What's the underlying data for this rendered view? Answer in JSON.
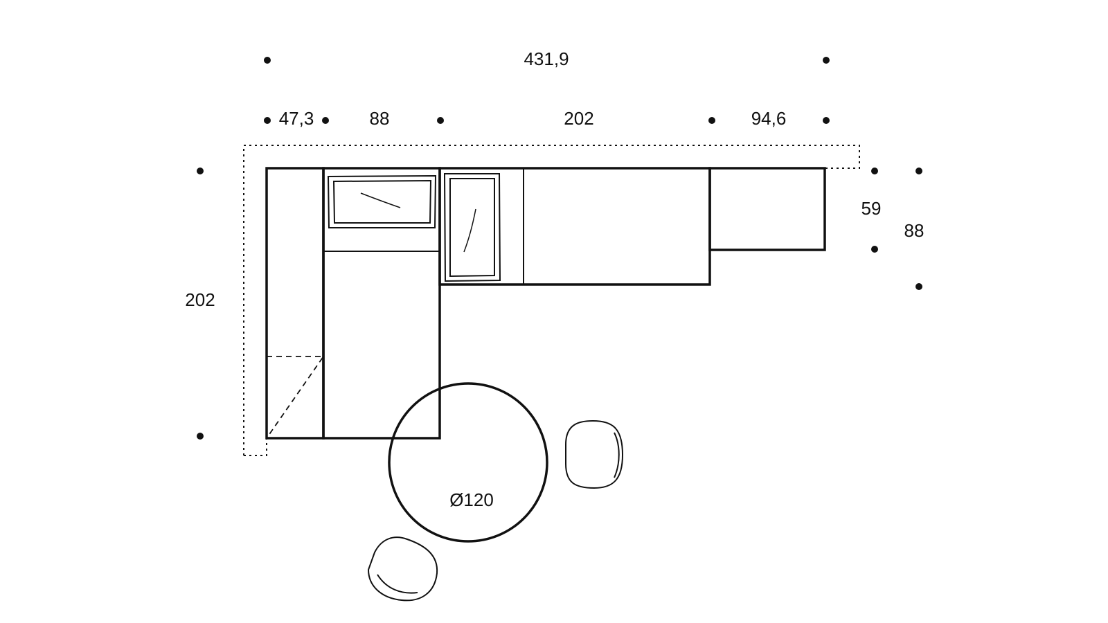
{
  "dimensions": {
    "total_width": "431,9",
    "segment_1": "47,3",
    "segment_2": "88",
    "segment_3": "202",
    "segment_4": "94,6",
    "left_depth": "202",
    "right_depth_inner": "59",
    "right_depth_outer": "88"
  },
  "table": {
    "diameter_label": "Ø120"
  },
  "colors": {
    "line": "#111111",
    "background": "#ffffff"
  }
}
